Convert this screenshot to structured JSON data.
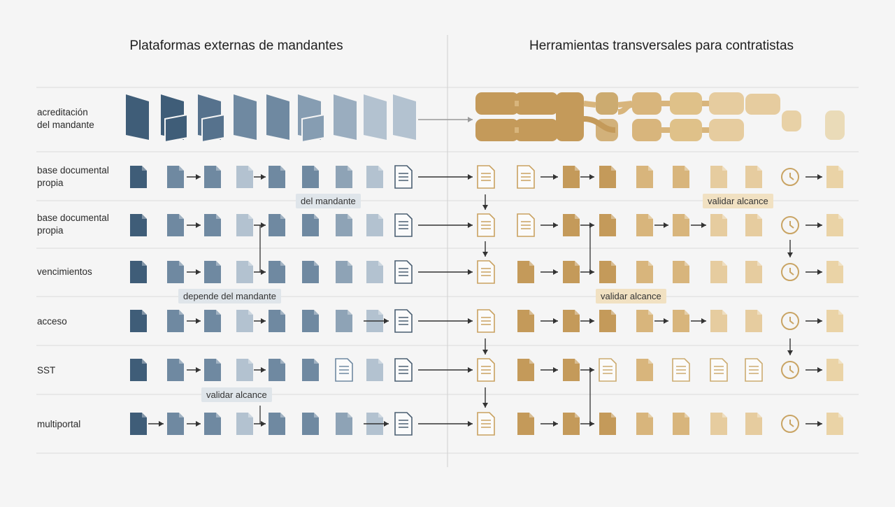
{
  "headers": {
    "left": "Plataformas externas de mandantes",
    "right": "Herramientas transversales para contratistas"
  },
  "rows": [
    {
      "label": "acreditación\ndel mandante"
    },
    {
      "label": "base documental\npropia"
    },
    {
      "label": "base documental\npropia"
    },
    {
      "label": "vencimientos"
    },
    {
      "label": "acceso"
    },
    {
      "label": "SST"
    },
    {
      "label": "multiportal"
    }
  ],
  "tags": [
    {
      "text": "del mandante",
      "tone": "blue"
    },
    {
      "text": "validar alcance",
      "tone": "gold"
    },
    {
      "text": "depende del mandante",
      "tone": "blue"
    },
    {
      "text": "validar alcance",
      "tone": "gold"
    },
    {
      "text": "validar alcance",
      "tone": "blue"
    }
  ],
  "colors": {
    "blue_dark": "#3f5d78",
    "blue_mid": "#6f89a1",
    "blue_light": "#b3c2d0",
    "gold_dark": "#c49a5a",
    "gold_mid": "#d8b57c",
    "gold_light": "#e6cc9f"
  },
  "icons": [
    "document-icon",
    "document-lines-icon",
    "clock-icon",
    "arrow-icon",
    "folder-icon"
  ]
}
